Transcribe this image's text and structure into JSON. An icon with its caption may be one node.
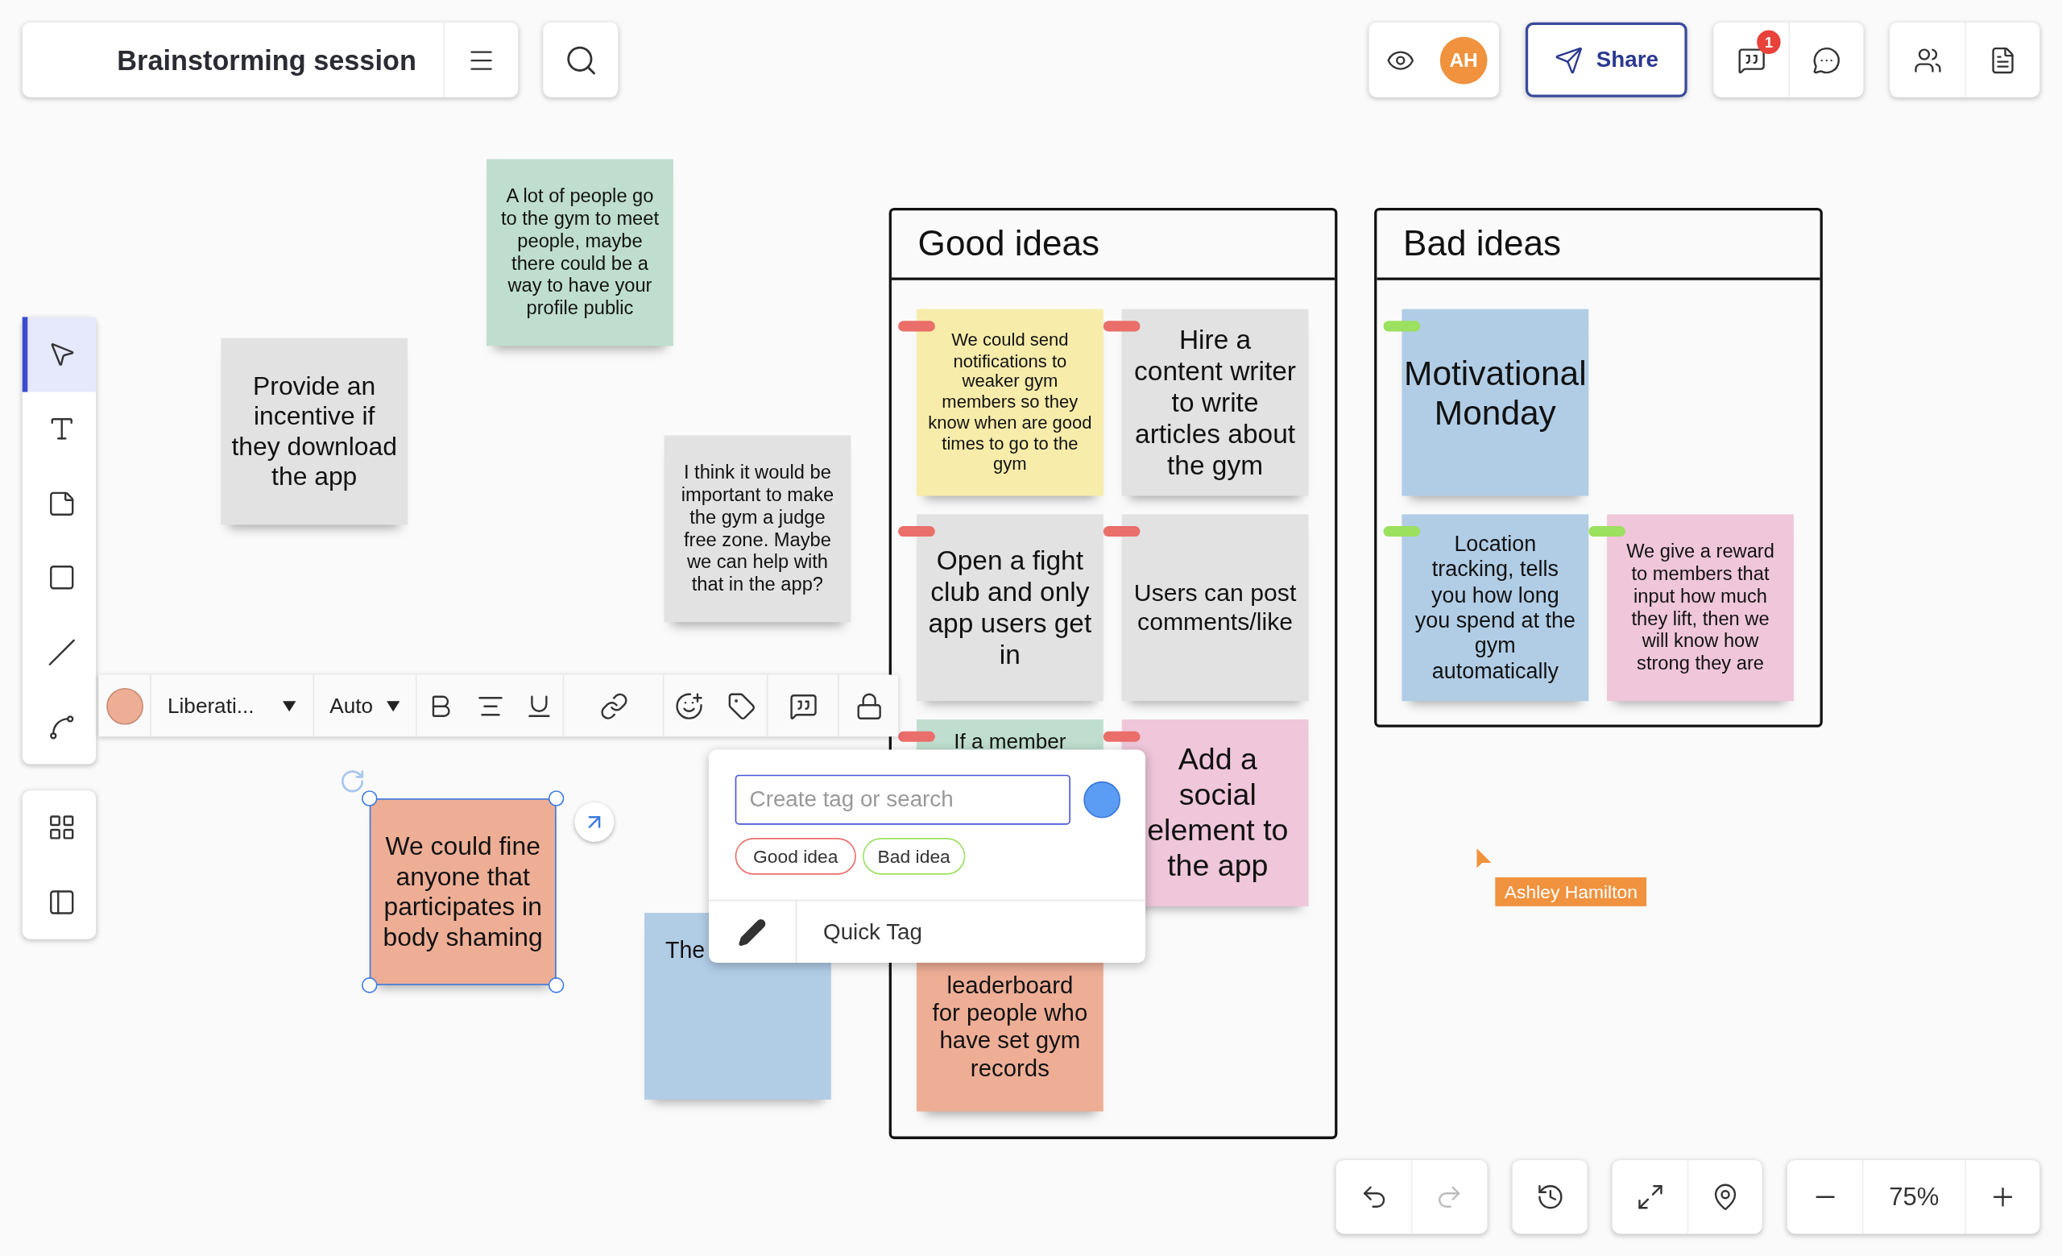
{
  "diagram": {
    "nodes": [
      {
        "text": [
          "A lot of people go to the gym to meet people, maybe there could be a way to have your profile public"
        ]
      },
      {
        "text": [
          "Good ideas"
        ]
      },
      {
        "text": [
          "We could send notifications to weaker gym members so they know when are good times to go to the gym"
        ],
        "in": 1
      },
      {
        "text": [
          "Hire a content writer to write articles about the gym"
        ],
        "in": 1
      },
      {
        "text": [
          "Open a fight club and only app users get in"
        ],
        "in": 1
      },
      {
        "text": [
          "Users can post comments/like"
        ],
        "in": 1
      },
      {
        "text": [
          "If a member"
        ],
        "in": 1
      },
      {
        "text": [
          "Add a social element to the app"
        ],
        "in": 1
      },
      {
        "text": [
          "leaderboard for people who have set gym records"
        ],
        "in": 1
      },
      {
        "text": [
          "Bad ideas"
        ]
      },
      {
        "text": [
          "Motivational Monday"
        ],
        "in": 9
      },
      {
        "text": [
          "Location tracking, tells you how long you spend at the gym automatically"
        ],
        "in": 9
      },
      {
        "text": [
          "We give a reward to members that input how much they lift, then we will know how strong they are"
        ],
        "in": 9
      },
      {
        "text": [
          "Provide an incentive if they download the app"
        ]
      },
      {
        "text": [
          "I think it would be important to make the gym a judge free zone. Maybe we can help with that in the app?"
        ]
      },
      {
        "text": [
          "We could fine anyone that participates in body shaming"
        ]
      },
      {
        "text": [
          "Good idea"
        ]
      },
      {
        "text": [
          "Bad idea"
        ]
      },
      {
        "text": [
          "The"
        ]
      }
    ],
    "edges": [],
    "labels": [
      "Brainstorming session",
      "AH",
      "Share",
      "1",
      "Liberati...",
      "Auto",
      "Create tag or search",
      "Quick Tag",
      "Ashley Hamilton",
      "75%"
    ]
  }
}
